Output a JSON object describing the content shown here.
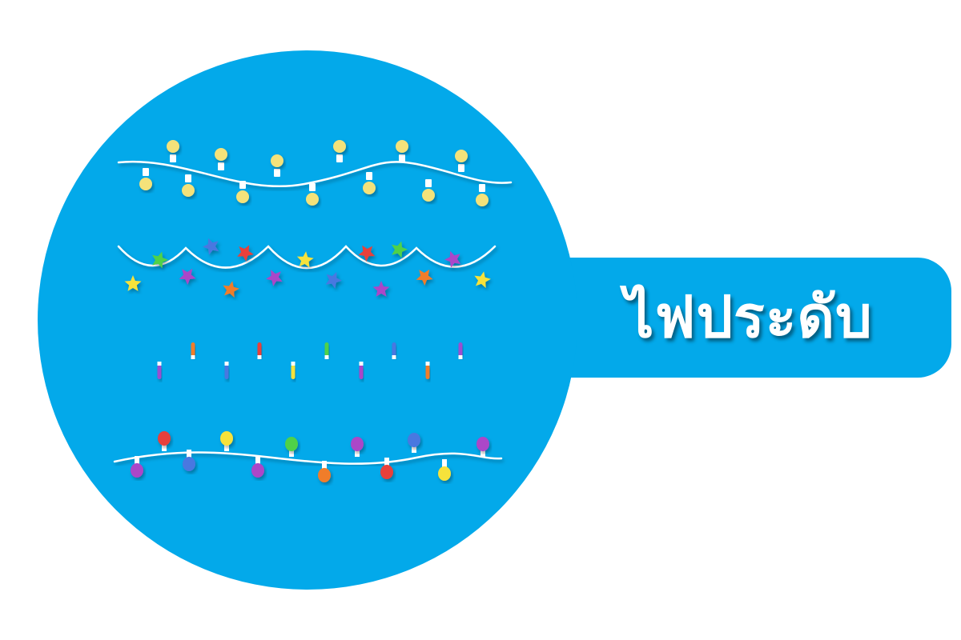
{
  "label": {
    "text": "ไฟประดับ"
  },
  "colors": {
    "background": "#ffffff",
    "badge": "#03a9ea",
    "wire": "#ffffff",
    "label_text": "#ffffff"
  },
  "light_strings": [
    {
      "kind": "round-bulbs",
      "colors": [
        "#f4e27a",
        "#f4e27a",
        "#f4e27a",
        "#f4e27a",
        "#f4e27a",
        "#f4e27a",
        "#f4e27a",
        "#f4e27a",
        "#f4e27a",
        "#f4e27a",
        "#f4e27a",
        "#f4e27a",
        "#f4e27a",
        "#f4e27a"
      ]
    },
    {
      "kind": "stars",
      "colors": [
        "#f6e23a",
        "#4fd14a",
        "#ab46c8",
        "#4a78e0",
        "#f07d2a",
        "#e8403a",
        "#ab46c8",
        "#f6e23a",
        "#4a78e0",
        "#e8403a",
        "#ab46c8",
        "#4fd14a",
        "#f07d2a",
        "#ab46c8",
        "#f6e23a"
      ]
    },
    {
      "kind": "capsules",
      "colors": [
        "#9b4fd0",
        "#f07d2a",
        "#4a78e0",
        "#e8403a",
        "#f6e23a",
        "#4fd14a",
        "#ab46c8",
        "#4a78e0",
        "#f07d2a",
        "#9b4fd0"
      ]
    },
    {
      "kind": "pear-bulbs",
      "colors": [
        "#ab46c8",
        "#e8403a",
        "#4a78e0",
        "#f6e23a",
        "#ab46c8",
        "#4fd14a",
        "#f07d2a",
        "#ab46c8",
        "#e8403a",
        "#4a78e0",
        "#f6e23a",
        "#ab46c8"
      ]
    }
  ]
}
